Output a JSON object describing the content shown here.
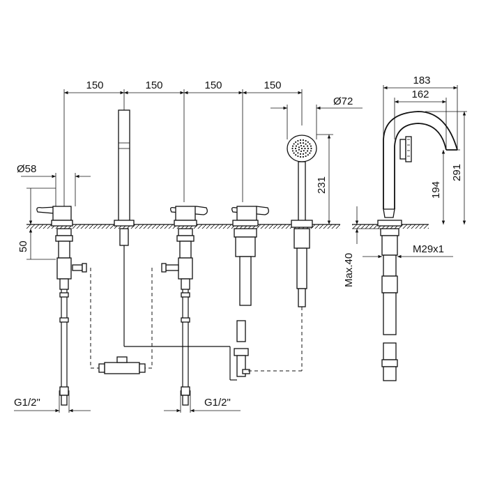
{
  "drawing": {
    "dimensions": {
      "spacing_1": "150",
      "spacing_2": "150",
      "spacing_3": "150",
      "spacing_4": "150",
      "handshower_diameter": "Ø72",
      "handshower_height": "231",
      "lever_diameter": "Ø58",
      "below_deck_depth": "50",
      "inlet_left": "G1/2\"",
      "inlet_right": "G1/2\"",
      "spout_reach": "183",
      "spout_inner_reach": "162",
      "spout_outlet_height": "194",
      "spout_total_height": "291",
      "thread": "M29x1",
      "max_deck": "Max.40"
    }
  }
}
